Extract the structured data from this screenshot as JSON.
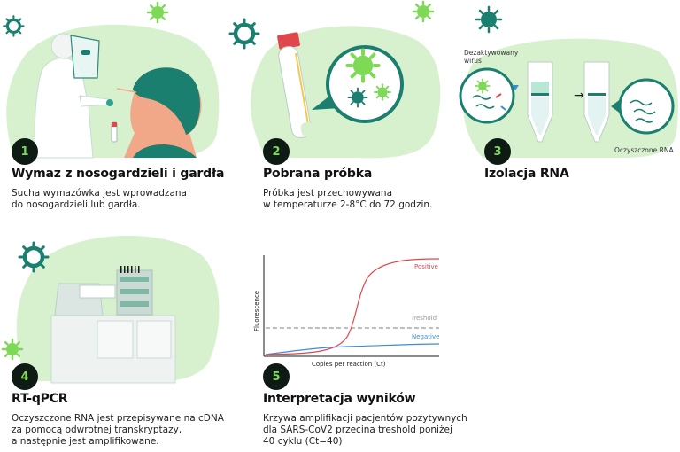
{
  "steps": [
    {
      "number": "1",
      "title": "Wymaz z nosogardzieli i gardła",
      "description": "Sucha wymazówka jest wprowadzana\ndo nosogardzieli lub gardła."
    },
    {
      "number": "2",
      "title": "Pobrana próbka",
      "description": "Próbka jest przechowywana\nw temperaturze 2-8°C do 72 godzin."
    },
    {
      "number": "3",
      "title": "Izolacja RNA",
      "description": ""
    },
    {
      "number": "4",
      "title": "RT-qPCR",
      "description": "Oczyszczone RNA jest przepisywane na cDNA\nza pomocą odwrotnej transkryptazy,\na następnie jest amplifikowane."
    },
    {
      "number": "5",
      "title": "Interpretacja wyników",
      "description": "Krzywa amplifikacji pacjentów pozytywnych\ndla SARS-CoV2 przecina treshold poniżej\n40 cyklu (Ct=40)"
    }
  ],
  "isolation_labels": {
    "inactivated_virus": "Dezaktywowany\nwirus",
    "purified_rna": "Oczyszczone RNA"
  },
  "chart_data": {
    "type": "line",
    "xlabel": "Copies per reaction (Ct)",
    "ylabel": "Fluorescence",
    "series": [
      {
        "name": "Positive",
        "color": "#e0474c",
        "shape": "sigmoid",
        "plateau": 0.95
      },
      {
        "name": "Treshold",
        "color": "#9a9a9a",
        "style": "dashed",
        "level": 0.27
      },
      {
        "name": "Negative",
        "color": "#3a8fd1",
        "shape": "flat-rise",
        "level": 0.1
      }
    ]
  },
  "colors": {
    "blob_green": "#d7f1cf",
    "virus_teal": "#1a7f6e",
    "virus_green": "#7ed957",
    "badge": "#0e1a14"
  }
}
